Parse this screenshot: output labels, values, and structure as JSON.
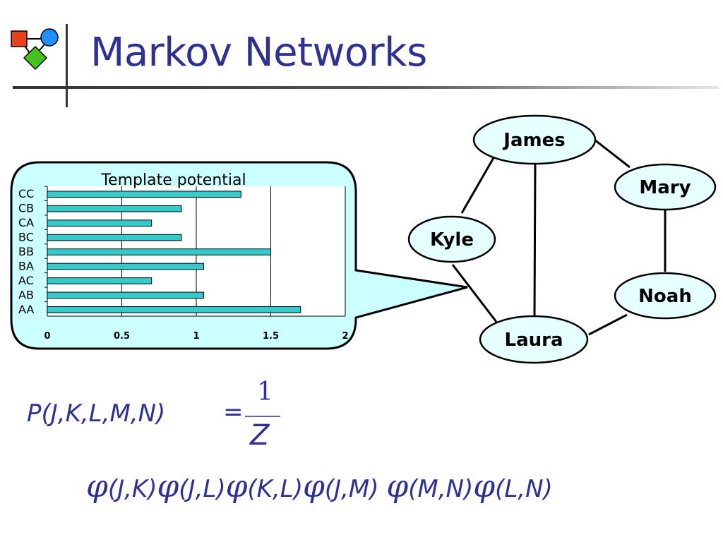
{
  "slide": {
    "title": "Markov Networks"
  },
  "network": {
    "nodes": [
      {
        "id": "james",
        "label": "James"
      },
      {
        "id": "mary",
        "label": "Mary"
      },
      {
        "id": "kyle",
        "label": "Kyle"
      },
      {
        "id": "noah",
        "label": "Noah"
      },
      {
        "id": "laura",
        "label": "Laura"
      }
    ],
    "edges": [
      [
        "james",
        "kyle"
      ],
      [
        "james",
        "mary"
      ],
      [
        "james",
        "laura"
      ],
      [
        "mary",
        "noah"
      ],
      [
        "kyle",
        "laura"
      ],
      [
        "laura",
        "noah"
      ]
    ]
  },
  "chart_data": {
    "type": "bar",
    "orientation": "horizontal",
    "title": "Template potential",
    "categories": [
      "CC",
      "CB",
      "CA",
      "BC",
      "BB",
      "BA",
      "AC",
      "AB",
      "AA"
    ],
    "values": [
      1.3,
      0.9,
      0.7,
      0.9,
      1.5,
      1.05,
      0.7,
      1.05,
      1.7
    ],
    "xlim": [
      0,
      2
    ],
    "xticks": [
      "0",
      "0.5",
      "1",
      "1.5",
      "2"
    ],
    "grid": "vertical",
    "bar_color": "#33cccc"
  },
  "formula": {
    "lhs": "P(J,K,L,M,N)",
    "equals": "=",
    "numerator": "1",
    "denominator": "Z",
    "phi_symbol": "φ",
    "factors": [
      "(J,K)",
      "(J,L)",
      "(K,L)",
      "(J,M)",
      "(M,N)",
      "(L,N)"
    ]
  },
  "colors": {
    "title": "#2e3192",
    "node_fill": "#e6ffff",
    "callout_fill": "#ccffff"
  }
}
